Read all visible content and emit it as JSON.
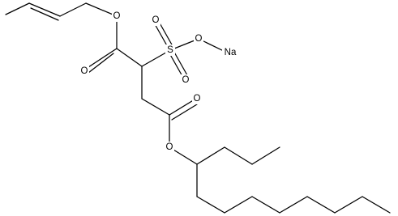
{
  "molecule": {
    "atoms": {
      "o_ester1": "O",
      "o_carbonyl1": "O",
      "s_sulfo": "S",
      "o_sulfo_top": "O",
      "o_sulfo_bottom": "O",
      "o_sulfo_ester": "O",
      "na": "Na",
      "o_carbonyl2": "O",
      "o_ester2": "O"
    }
  }
}
